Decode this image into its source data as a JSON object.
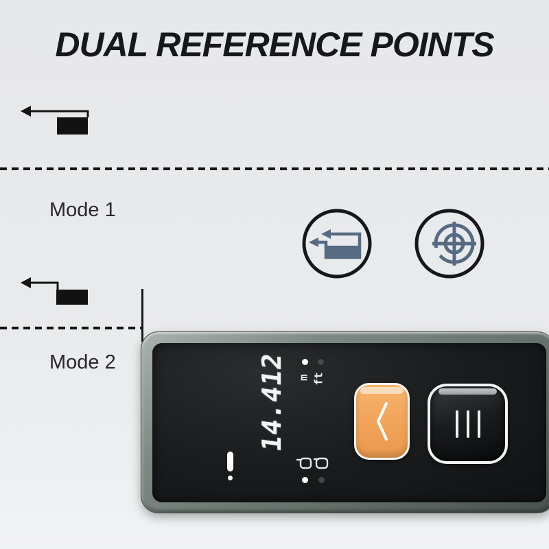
{
  "title": {
    "text": "DUAL REFERENCE POINTS"
  },
  "modes": [
    {
      "label": "Mode 1",
      "description_icon": "measure-from-rear-icon"
    },
    {
      "label": "Mode 2",
      "description_icon": "measure-from-front-icon"
    }
  ],
  "legend_icons": [
    {
      "name": "dual-reference-icon"
    },
    {
      "name": "target-positioning-icon"
    }
  ],
  "device": {
    "display": {
      "reading": "14.412",
      "unit_m": "m",
      "unit_ft": "ft",
      "active_unit": "m",
      "indicators": [
        "exclamation-indicator",
        "area-unit-icon",
        "volume-unit-icon"
      ]
    },
    "buttons": [
      {
        "name": "measure-button",
        "icon": "chevron-left-icon",
        "color": "#f2a55c"
      },
      {
        "name": "menu-button",
        "icon": "menu-lines-icon",
        "color": "#141517"
      }
    ]
  },
  "colors": {
    "background": "#e9eaec",
    "title_text": "#17181d",
    "line_black": "#141414",
    "icon_slate": "#566a82",
    "ring_black": "#16171b",
    "device_frame": "#6f7b76",
    "device_face": "#17191b",
    "lcd_text": "#f3f4f5",
    "button_orange": "#f2a55c"
  }
}
